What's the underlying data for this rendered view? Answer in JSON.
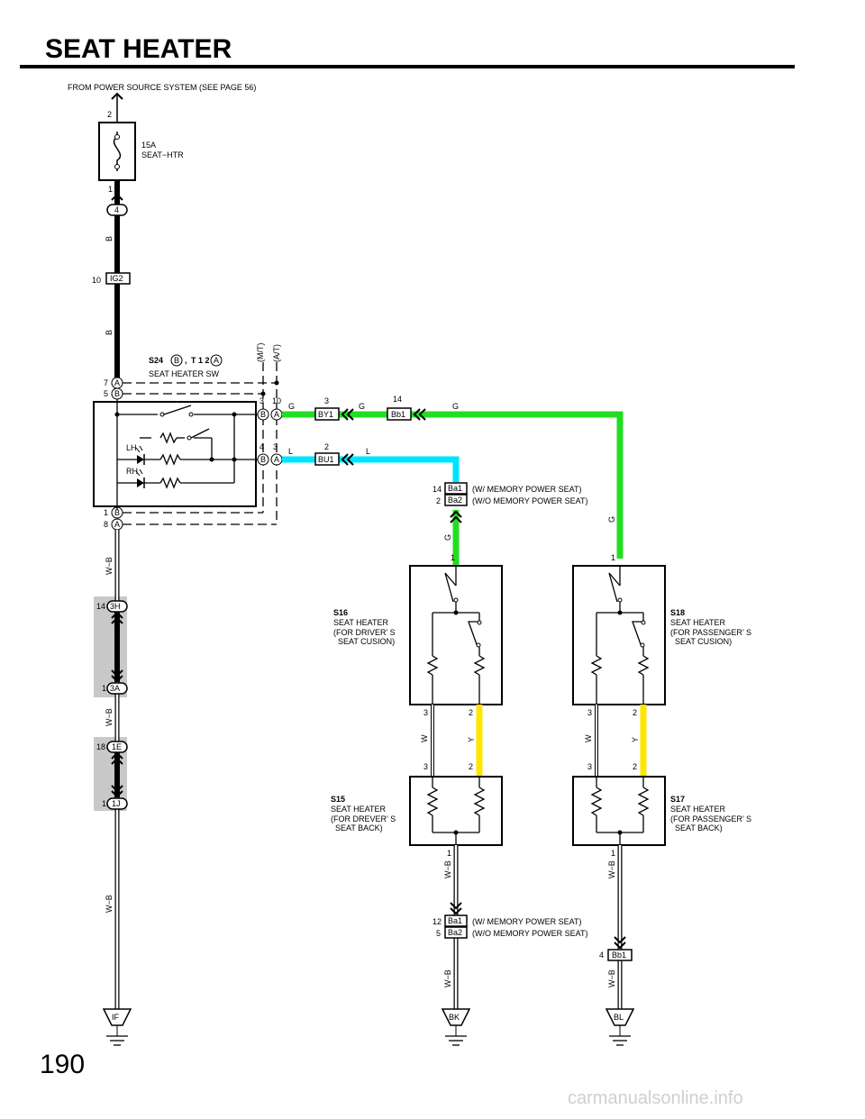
{
  "page": {
    "title": "SEAT HEATER",
    "page_number": "190",
    "watermark": "carmanualsonline.info"
  },
  "power_source": "FROM POWER SOURCE SYSTEM (SEE PAGE 56)",
  "fuse": {
    "pin_top": "2",
    "pin_bottom": "1",
    "rating": "15A",
    "name": "SEAT−HTR"
  },
  "connectors": {
    "c4": "4",
    "ig2_pin": "10",
    "ig2": "IG2",
    "j3h_pin": "14",
    "j3h": "3H",
    "j3a_pin": "1",
    "j3a": "3A",
    "j1e_pin": "18",
    "j1e": "1E",
    "j1j_pin": "1",
    "j1j": "1J",
    "by1_pin": "3",
    "by1": "BY1",
    "bb1_pin": "14",
    "bb1": "Bb1",
    "bu1_pin": "2",
    "bu1": "BU1",
    "ba1_top_pin": "14",
    "ba1_top": "Ba1",
    "ba2_top_pin": "2",
    "ba2_top": "Ba2",
    "ba1_bot_pin": "12",
    "ba1_bot": "Ba1",
    "ba2_bot_pin": "5",
    "ba2_bot": "Ba2",
    "bb1_bot_pin": "4",
    "bb1_bot": "Bb1"
  },
  "memory_notes": {
    "with": "(W/ MEMORY POWER SEAT)",
    "without": "(W/O MEMORY POWER SEAT)"
  },
  "switch": {
    "label_s24": "S24",
    "label_b": "B",
    "comma": ",",
    "label_t12": "T 1 2",
    "label_a": "A",
    "name": "SEAT HEATER SW",
    "mt": "(M/T)",
    "at": "(A/T)",
    "lh": "LH",
    "rh": "RH",
    "pins": {
      "p7": "7",
      "p7c": "A",
      "p5": "5",
      "p5c": "B",
      "p1": "1",
      "p1c": "B",
      "p8": "8",
      "p8c": "A",
      "g_b": "3",
      "g_a": "10",
      "l_b": "4",
      "l_a": "3",
      "cb": "B",
      "ca": "A"
    }
  },
  "wires": {
    "b": "B",
    "wb": "W−B",
    "g": "G",
    "l": "L",
    "w": "W",
    "y": "Y"
  },
  "components": {
    "s16": {
      "code": "S16",
      "l1": "SEAT HEATER",
      "l2": "(FOR DRIVER’ S",
      "l3": "SEAT CUSION)",
      "pin_top": "1",
      "pin_w": "3",
      "pin_y": "2"
    },
    "s18": {
      "code": "S18",
      "l1": "SEAT HEATER",
      "l2": "(FOR PASSENGER’ S",
      "l3": "SEAT CUSION)",
      "pin_top": "1",
      "pin_w": "3",
      "pin_y": "2"
    },
    "s15": {
      "code": "S15",
      "l1": "SEAT HEATER",
      "l2": "(FOR DREVER’ S",
      "l3": "SEAT BACK)",
      "pin_w": "3",
      "pin_y": "2",
      "pin_bot": "1"
    },
    "s17": {
      "code": "S17",
      "l1": "SEAT HEATER",
      "l2": "(FOR PASSENGER’ S",
      "l3": "SEAT BACK)",
      "pin_w": "3",
      "pin_y": "2",
      "pin_bot": "1"
    }
  },
  "grounds": {
    "if": "IF",
    "bk": "BK",
    "bl": "BL"
  },
  "colors": {
    "green": "#22dd22",
    "blue": "#00e5ff",
    "yellow": "#ffe600",
    "black": "#000000",
    "junction_gray": "#c8c8c8"
  }
}
